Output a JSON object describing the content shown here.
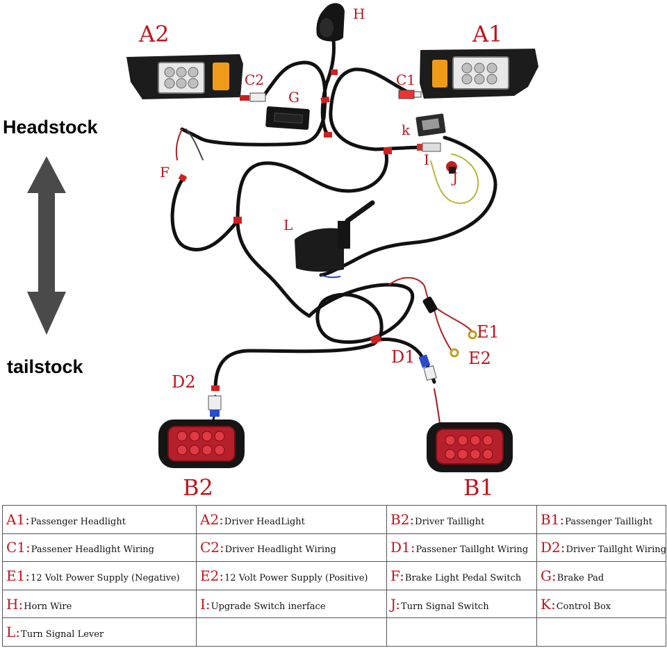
{
  "labels": {
    "A2": "A2",
    "A1": "A1",
    "H": "H",
    "C2": "C2",
    "C1": "C1",
    "G": "G",
    "K": "k",
    "F": "F",
    "I": "I",
    "J": "J",
    "L": "L",
    "E1": "E1",
    "E2": "E2",
    "D1": "D1",
    "D2": "D2",
    "B2": "B2",
    "B1": "B1"
  },
  "side": {
    "top": "Headstock",
    "bottom": "tailstock"
  },
  "legend": [
    [
      {
        "code": "A1",
        "text": "Passenger Headlight"
      },
      {
        "code": "A2",
        "text": "Driver HeadLight"
      },
      {
        "code": "B2",
        "text": "Driver Taillight"
      },
      {
        "code": "B1",
        "text": "Passenger Taillight"
      }
    ],
    [
      {
        "code": "C1",
        "text": "Passener Headlight Wiring"
      },
      {
        "code": "C2",
        "text": "Driver Headlight Wiring"
      },
      {
        "code": "D1",
        "text": "Passener Taillght Wiring"
      },
      {
        "code": "D2",
        "text": "Driver Taillght Wiring"
      }
    ],
    [
      {
        "code": "E1",
        "text": "12 Volt Power Supply (Negative)"
      },
      {
        "code": "E2",
        "text": "12 Volt Power Supply (Positive)"
      },
      {
        "code": "F",
        "text": "Brake Light Pedal Switch"
      },
      {
        "code": "G",
        "text": "Brake Pad"
      }
    ],
    [
      {
        "code": "H",
        "text": "Horn Wire"
      },
      {
        "code": "I",
        "text": "Upgrade Switch inerface"
      },
      {
        "code": "J",
        "text": "Turn Signal Switch"
      },
      {
        "code": "K",
        "text": "Control Box"
      }
    ],
    [
      {
        "code": "L",
        "text": "Turn Signal Lever"
      },
      {
        "code": "",
        "text": ""
      },
      {
        "code": "",
        "text": ""
      },
      {
        "code": "",
        "text": ""
      }
    ]
  ],
  "colors": {
    "label": "#c0141c",
    "wire": "#111111",
    "connector": "#d22020",
    "arrow": "#4a4a4a"
  }
}
